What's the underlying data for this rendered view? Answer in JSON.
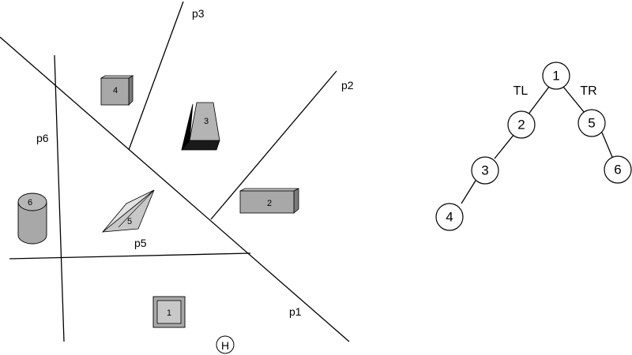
{
  "planes": {
    "p1": "p1",
    "p2": "p2",
    "p3": "p3",
    "p5": "p5",
    "p6": "p6"
  },
  "objects": {
    "obj1": "1",
    "obj2": "2",
    "obj3": "3",
    "obj4": "4",
    "obj5": "5",
    "obj6": "6"
  },
  "viewpoint": "H",
  "tree": {
    "left_branch": "TL",
    "right_branch": "TR",
    "nodes": [
      "1",
      "2",
      "3",
      "4",
      "5",
      "6"
    ]
  },
  "colors": {
    "object_fill": "#a8a8a8",
    "object_fill_light": "#c8c8c8",
    "object_fill_dark": "#6e6e6e",
    "object_shadow": "#000000"
  }
}
